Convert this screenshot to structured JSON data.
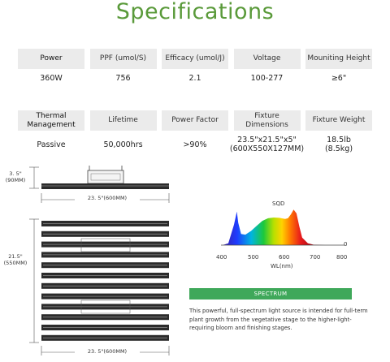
{
  "title": "Specifications",
  "specs_row1": {
    "headers": [
      "Power",
      "PPF (umol/S)",
      "Efficacy (umol/J)",
      "Voltage",
      "Mouniting Height"
    ],
    "values": [
      "360W",
      "756",
      "2.1",
      "100-277",
      "≥6\""
    ]
  },
  "specs_row2": {
    "headers": [
      "Thermal Management",
      "Lifetime",
      "Power Factor",
      "Fixture Dimensions",
      "Fixture Weight"
    ],
    "values": [
      "Passive",
      "50,000hrs",
      ">90%",
      "23.5\"x21.5\"x5\"\n(600X550X127MM)",
      "18.5lb\n(8.5kg)"
    ]
  },
  "diagram": {
    "side_height": "3. 5\"",
    "side_height_mm": "(90MM)",
    "side_width": "23. 5\"(600MM)",
    "top_height": "21.5\"",
    "top_height_mm": "(550MM)",
    "top_width": "23. 5\"(600MM)"
  },
  "chart_data": {
    "type": "line",
    "title": "SQD",
    "xlabel": "WL(nm)",
    "ylabel": "",
    "x_ticks": [
      "400",
      "500",
      "600",
      "700",
      "800"
    ],
    "y_ticks": [
      "0"
    ],
    "xlim": [
      400,
      800
    ],
    "x": [
      400,
      420,
      440,
      450,
      455,
      465,
      480,
      500,
      520,
      540,
      560,
      580,
      600,
      620,
      630,
      640,
      650,
      660,
      670,
      680,
      700,
      720,
      760
    ],
    "values": [
      0,
      0.05,
      0.55,
      0.9,
      0.6,
      0.3,
      0.28,
      0.38,
      0.52,
      0.65,
      0.72,
      0.74,
      0.73,
      0.7,
      0.72,
      0.82,
      0.95,
      0.85,
      0.5,
      0.2,
      0.05,
      0.01,
      0
    ]
  },
  "spectrum": {
    "label": "SPECTRUM",
    "description": "This powerful, full-spectrum light source is intended for full-term plant growth from the vegetative stage to the higher-light-requiring bloom and finishing stages."
  },
  "colors": {
    "title": "#5a9a3a",
    "header_bg": "#ebebeb",
    "spectrum_bar": "#3fa85a",
    "fixture": "#2b2b2b"
  }
}
